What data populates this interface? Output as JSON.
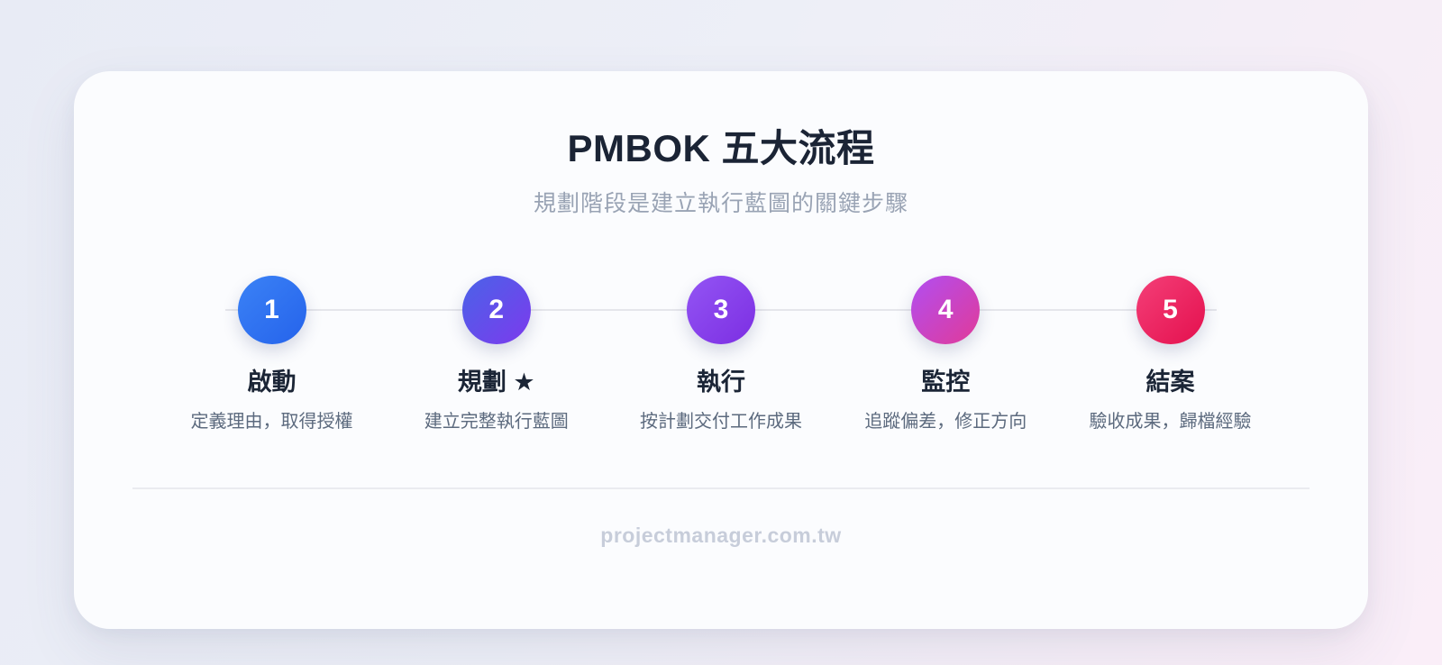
{
  "header": {
    "title": "PMBOK 五大流程",
    "subtitle": "規劃階段是建立執行藍圖的關鍵步驟"
  },
  "steps": [
    {
      "number": "1",
      "label": "啟動",
      "description": "定義理由，取得授權",
      "gradient_from": "#3b82f6",
      "gradient_to": "#2563eb"
    },
    {
      "number": "2",
      "label": "規劃 ★",
      "description": "建立完整執行藍圖",
      "gradient_from": "#4a63e8",
      "gradient_to": "#7c3aed"
    },
    {
      "number": "3",
      "label": "執行",
      "description": "按計劃交付工作成果",
      "gradient_from": "#9355f4",
      "gradient_to": "#7c2ee2"
    },
    {
      "number": "4",
      "label": "監控",
      "description": "追蹤偏差，修正方向",
      "gradient_from": "#b14ef2",
      "gradient_to": "#e13a98"
    },
    {
      "number": "5",
      "label": "結案",
      "description": "驗收成果，歸檔經驗",
      "gradient_from": "#f43f78",
      "gradient_to": "#e4104e"
    }
  ],
  "footer": {
    "watermark": "projectmanager.com.tw"
  },
  "colors": {
    "page_background_from": "#e8ebf5",
    "page_background_to": "#faeef8",
    "card_background": "#fbfcfe",
    "title_text": "#1b2435",
    "subtitle_text": "#99a3b4",
    "step_title_text": "#1b2536",
    "step_desc_text": "#5c6a7e",
    "connector_line": "#e5e6eb",
    "divider_line": "#eaebf0",
    "watermark_text": "#c7cdda"
  }
}
